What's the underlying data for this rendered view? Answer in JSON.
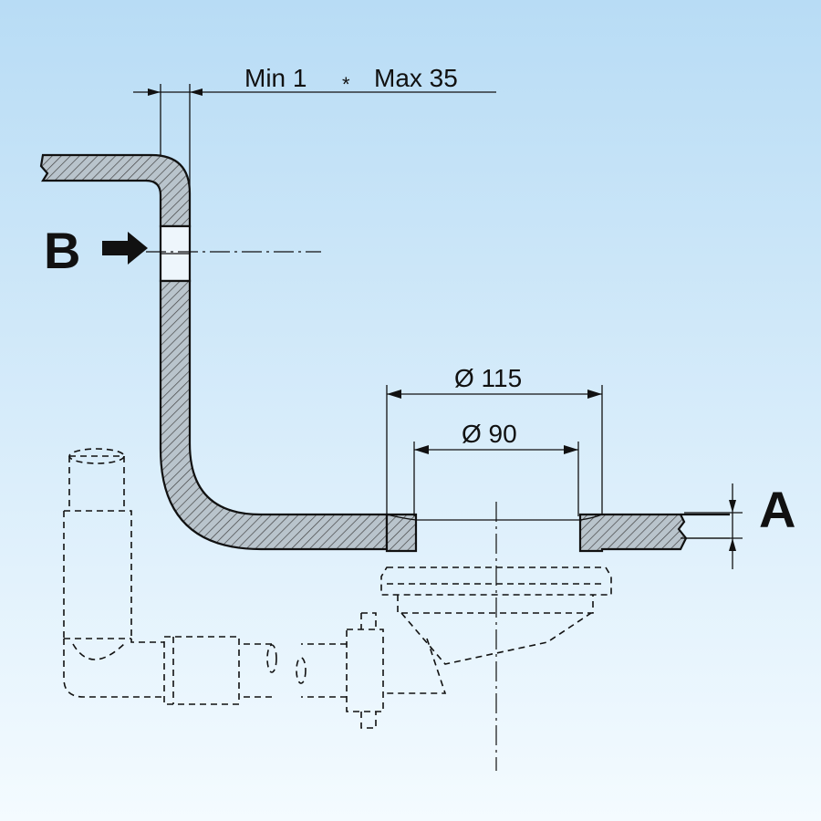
{
  "labels": {
    "min_clearance": "Min 1",
    "separator": "*",
    "max_clearance": "Max 35",
    "marker_b": "B",
    "marker_a": "A",
    "outer_diameter": "Ø 115",
    "inner_diameter": "Ø 90"
  },
  "colors": {
    "background_top": "#b8dcf5",
    "background_bottom": "#f4fbff",
    "line": "#111111",
    "section_fill": "#b9c4cc"
  }
}
